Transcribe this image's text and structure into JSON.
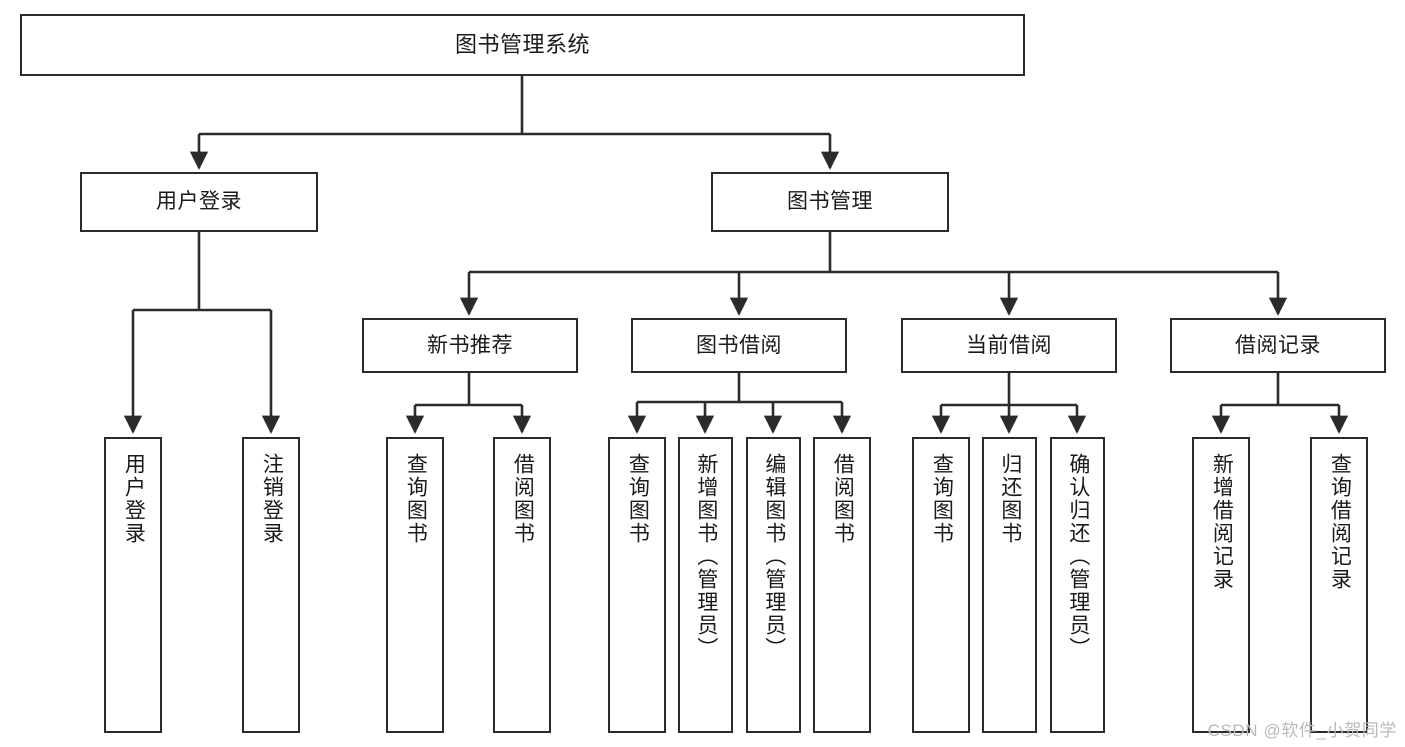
{
  "diagram": {
    "title": "图书管理系统",
    "watermark": "CSDN @软件_小贺同学",
    "stroke_color": "#2b2b2b",
    "background_color": "#ffffff",
    "text_color": "#1a1a1a",
    "watermark_color": "#b9b9b9",
    "levels": {
      "root": "图书管理系统",
      "level2": [
        "用户登录",
        "图书管理"
      ],
      "level3": [
        "新书推荐",
        "图书借阅",
        "当前借阅",
        "借阅记录"
      ],
      "level4_groups": [
        {
          "parent": "用户登录",
          "children": [
            "用户登录",
            "注销登录"
          ]
        },
        {
          "parent": "新书推荐",
          "children": [
            "查询图书",
            "借阅图书"
          ]
        },
        {
          "parent": "图书借阅",
          "children": [
            "查询图书",
            "新增图书（管理员）",
            "编辑图书（管理员）",
            "借阅图书"
          ]
        },
        {
          "parent": "当前借阅",
          "children": [
            "查询图书",
            "归还图书",
            "确认归还（管理员）"
          ]
        },
        {
          "parent": "借阅记录",
          "children": [
            "新增借阅记录",
            "查询借阅记录"
          ]
        }
      ]
    },
    "nodes": {
      "root": "图书管理系统",
      "user_login": "用户登录",
      "book_manage": "图书管理",
      "new_book_rec": "新书推荐",
      "book_borrow": "图书借阅",
      "current_borrow": "当前借阅",
      "borrow_record": "借阅记录",
      "leaf_user_login": "用户登录",
      "leaf_user_logout": "注销登录",
      "leaf_nbr_query": "查询图书",
      "leaf_nbr_borrow": "借阅图书",
      "leaf_bb_query": "查询图书",
      "leaf_bb_add": "新增图书（管理员）",
      "leaf_bb_edit": "编辑图书（管理员）",
      "leaf_bb_borrow": "借阅图书",
      "leaf_cb_query": "查询图书",
      "leaf_cb_return": "归还图书",
      "leaf_cb_confirm": "确认归还（管理员）",
      "leaf_br_add": "新增借阅记录",
      "leaf_br_query": "查询借阅记录"
    }
  }
}
